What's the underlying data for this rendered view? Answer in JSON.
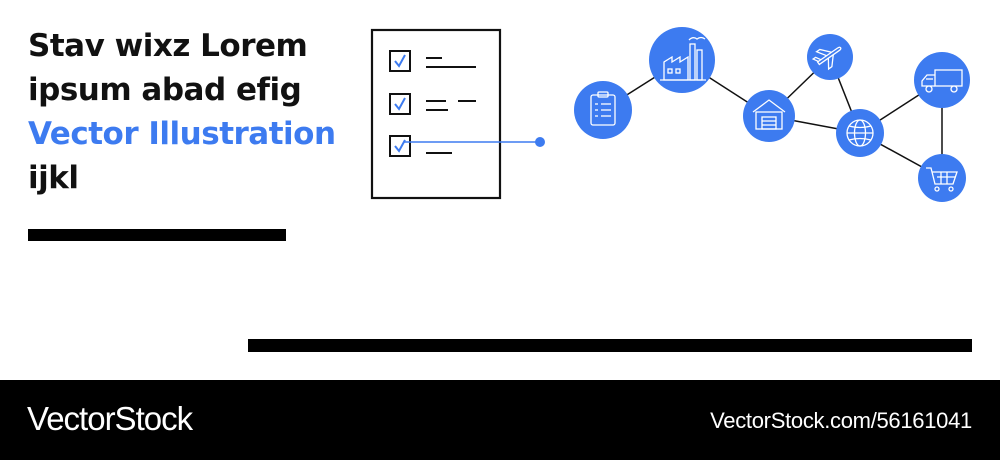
{
  "headline": {
    "line1": "Stav wixz Lorem",
    "line2": "ipsum abad efig",
    "line3": "Vector Illustration",
    "line4": "ijkl"
  },
  "footer": {
    "brand": "VectorStock",
    "image_ref": "VectorStock.com/56161041"
  },
  "colors": {
    "accent": "#3d7bf0",
    "text": "#111111",
    "footer_bg": "#000000"
  },
  "icons": {
    "checklist": "checklist-icon",
    "clipboard": "clipboard-icon",
    "factory": "factory-icon",
    "warehouse": "warehouse-icon",
    "airplane": "airplane-icon",
    "globe": "globe-icon",
    "truck": "truck-icon",
    "cart": "shopping-cart-icon"
  }
}
